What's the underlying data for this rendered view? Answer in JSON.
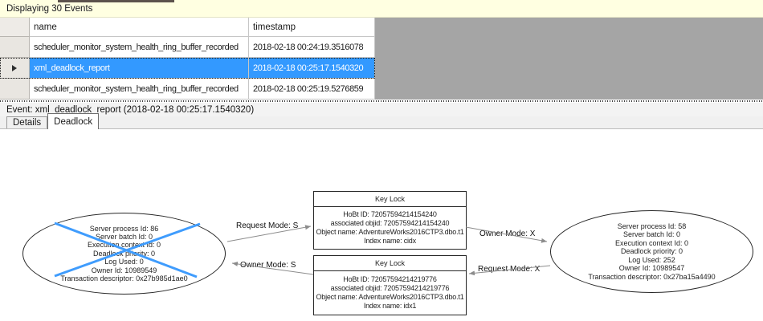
{
  "titlebar": {
    "text": "Displaying 30 Events"
  },
  "events_table": {
    "columns": [
      "name",
      "timestamp"
    ],
    "selected_row_index": 1,
    "rows": [
      {
        "name": "scheduler_monitor_system_health_ring_buffer_recorded",
        "timestamp": "2018-02-18 00:24:19.3516078"
      },
      {
        "name": "xml_deadlock_report",
        "timestamp": "2018-02-18 00:25:17.1540320"
      },
      {
        "name": "scheduler_monitor_system_health_ring_buffer_recorded",
        "timestamp": "2018-02-18 00:25:19.5276859"
      }
    ]
  },
  "event_bar": {
    "text": "Event: xml_deadlock_report (2018-02-18 00:25:17.1540320)"
  },
  "tabs": {
    "details": "Details",
    "deadlock": "Deadlock",
    "active": "Deadlock"
  },
  "deadlock_graph": {
    "victim_process": {
      "is_victim": true,
      "lines": [
        "Server process Id: 86",
        "Server batch Id: 0",
        "Execution context Id: 0",
        "Deadlock priority: 0",
        "Log Used: 0",
        "Owner Id: 10989549",
        "Transaction descriptor: 0x27b985d1ae0"
      ]
    },
    "other_process": {
      "is_victim": false,
      "lines": [
        "Server process Id: 58",
        "Server batch Id: 0",
        "Execution context Id: 0",
        "Deadlock priority: 0",
        "Log Used: 252",
        "Owner Id: 10989547",
        "Transaction descriptor: 0x27ba15a4490"
      ]
    },
    "top_resource": {
      "title": "Key Lock",
      "lines": [
        "HoBt ID: 72057594214154240",
        "associated objid: 72057594214154240",
        "Object name: AdventureWorks2016CTP3.dbo.t1",
        "Index name: cidx"
      ]
    },
    "bottom_resource": {
      "title": "Key Lock",
      "lines": [
        "HoBt ID: 72057594214219776",
        "associated objid: 72057594214219776",
        "Object name: AdventureWorks2016CTP3.dbo.t1",
        "Index name: idx1"
      ]
    },
    "edge_labels": {
      "request_s": "Request Mode: S",
      "owner_s": "Owner Mode: S",
      "owner_x": "Owner Mode: X",
      "request_x": "Request Mode: X"
    }
  },
  "colors": {
    "selection_blue": "#3399ff",
    "victim_cross_blue": "#3f9cfd",
    "count_bar_yellow": "#ffffe1",
    "empty_grid_gray": "#a5a5a5",
    "edge_gray": "#8c8c8c"
  }
}
